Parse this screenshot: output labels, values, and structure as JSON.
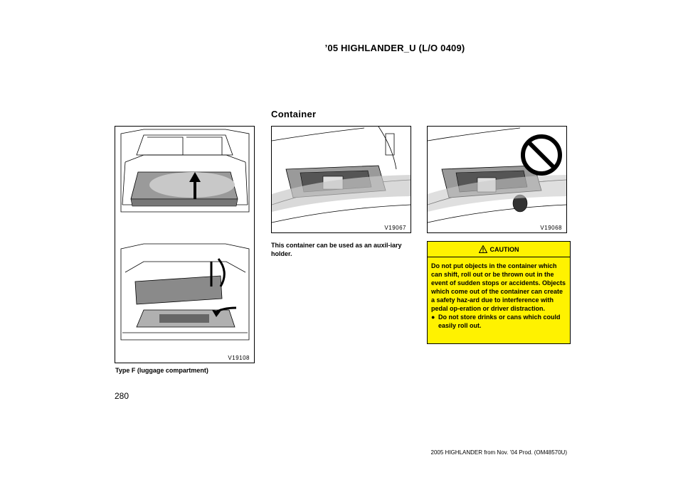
{
  "header": {
    "title": "’05 HIGHLANDER_U (L/O 0409)"
  },
  "section": {
    "title": "Container"
  },
  "figures": {
    "left": {
      "code": "V19108",
      "caption": "Type F (luggage compartment)"
    },
    "middle": {
      "code": "V19067"
    },
    "right": {
      "code": "V19068"
    }
  },
  "body_text": "This container can be used as an auxil-iary holder.",
  "caution": {
    "heading": "CAUTION",
    "paragraph": "Do not put objects in the container which can shift, roll out or be thrown out in the event of sudden stops or accidents. Objects which come out of the container can create a safety haz-ard due to interference with pedal op-eration or driver distraction.",
    "bullet": "Do not store drinks or cans which could easily roll out."
  },
  "page_number": "280",
  "footer": "2005 HIGHLANDER from Nov. ’04 Prod. (OM48570U)"
}
